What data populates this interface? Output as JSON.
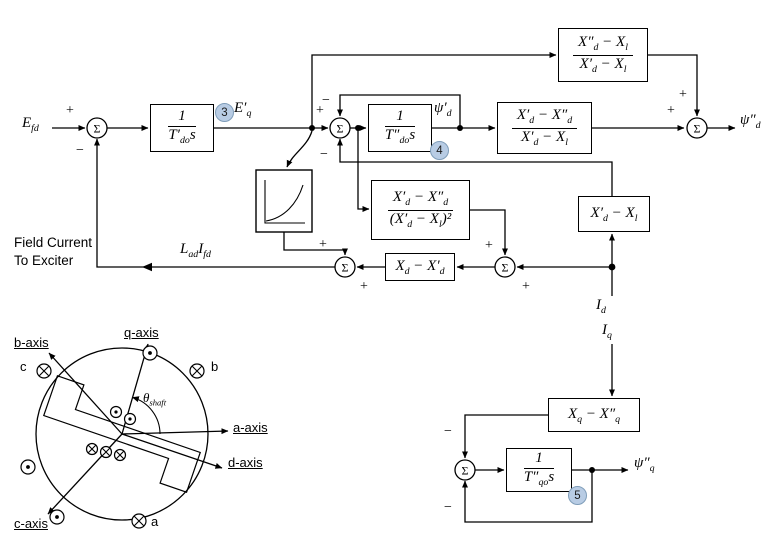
{
  "signs": {
    "plus": "+",
    "minus": "−",
    "sigma": "Σ"
  },
  "badges": {
    "eq3": "3",
    "eq4": "4",
    "eq5": "5"
  },
  "d_axis": {
    "input_efd": "E<sub>fd</sub>",
    "eq_prime": "E′<sub>q</sub>",
    "psi_d_prime": "ψ′<sub>d</sub>",
    "output_psi_d_dprime": "ψ″<sub>d</sub>",
    "tf_tdo_prime": {
      "num": "1",
      "den": "T′<sub>do</sub>s"
    },
    "tf_tdo_dprime": {
      "num": "1",
      "den": "T″<sub>do</sub>s"
    },
    "gain_psi1d": {
      "num": "X′<sub>d</sub> − X″<sub>d</sub>",
      "den": "X′<sub>d</sub> − X<sub>l</sub>"
    },
    "gain_eqp": {
      "num": "X″<sub>d</sub> − X<sub>l</sub>",
      "den": "X′<sub>d</sub> − X<sub>l</sub>"
    },
    "gain_k3": {
      "num": "X′<sub>d</sub> − X″<sub>d</sub>",
      "den": "(X′<sub>d</sub> − X<sub>l</sub>)²"
    },
    "gain_xdp_xl": "X′<sub>d</sub> − X<sub>l</sub>",
    "gain_xd_xdp": "X<sub>d</sub> − X′<sub>d</sub>",
    "field_current": "Field Current<br>To Exciter",
    "lad_ifd": "L<sub>ad</sub>I<sub>fd</sub>",
    "input_id": "I<sub>d</sub>"
  },
  "q_axis": {
    "input_iq": "I<sub>q</sub>",
    "gain_xq": "X<sub>q</sub> − X″<sub>q</sub>",
    "tf_tqo_dprime": {
      "num": "1",
      "den": "T″<sub>qo</sub>s"
    },
    "output_psi_q_dprime": "ψ″<sub>q</sub>"
  },
  "machine": {
    "axes": {
      "q": "q-axis",
      "b": "b-axis",
      "a": "a-axis",
      "d": "d-axis",
      "c": "c-axis"
    },
    "theta_shaft": "θ<sub>shaft</sub>",
    "phases": {
      "a": "a",
      "b": "b",
      "c": "c"
    }
  },
  "colors": {
    "badge_fill": "#b8cce4",
    "badge_border": "#7f9db9",
    "line": "#000000"
  }
}
